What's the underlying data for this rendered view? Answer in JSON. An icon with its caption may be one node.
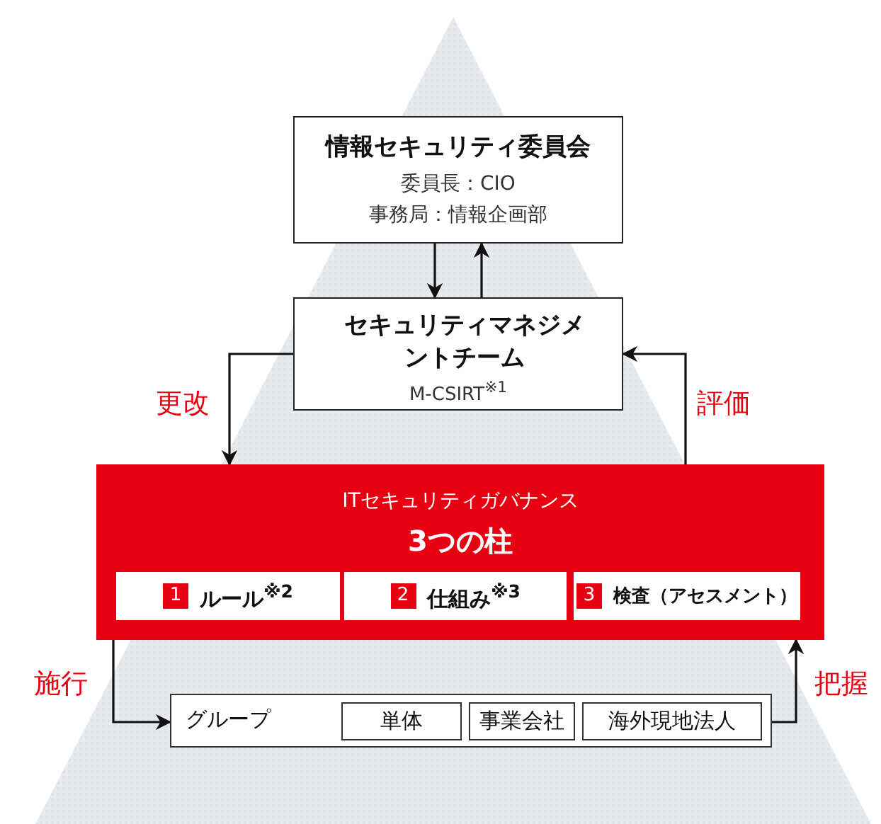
{
  "diagram": {
    "nodes": [
      {
        "text": [
          "情報セキュリティ委員会",
          "委員長：CIO",
          "事務局：情報企画部"
        ]
      },
      {
        "text": [
          "セキュリティマネジメントチーム",
          "M-CSIRT$^{※1}$"
        ]
      },
      {
        "text": [
          "ITセキュリティガバナンス",
          "3つの柱"
        ]
      },
      {
        "text": [
          "1",
          "ルール$^{※2}$"
        ],
        "in": 2
      },
      {
        "text": [
          "2",
          "仕組み$^{※3}$"
        ],
        "in": 2
      },
      {
        "text": [
          "3",
          "検査（アセスメント）"
        ],
        "in": 2
      },
      {
        "text": [
          "グループ"
        ]
      },
      {
        "text": [
          "単体"
        ],
        "in": 6
      },
      {
        "text": [
          "事業会社"
        ],
        "in": 6
      },
      {
        "text": [
          "海外現地法人"
        ],
        "in": 6
      }
    ],
    "edges": [
      {
        "from": 0,
        "to": 1,
        "arrow": "to"
      },
      {
        "from": 1,
        "to": 0,
        "arrow": "to"
      },
      {
        "from": 1,
        "to": 2,
        "arrow": "to",
        "label": "更改"
      },
      {
        "from": 2,
        "to": 1,
        "arrow": "to",
        "label": "評価"
      },
      {
        "from": 2,
        "to": 6,
        "arrow": "to",
        "label": "施行"
      },
      {
        "from": 6,
        "to": 2,
        "arrow": "to",
        "label": "把握"
      }
    ]
  }
}
